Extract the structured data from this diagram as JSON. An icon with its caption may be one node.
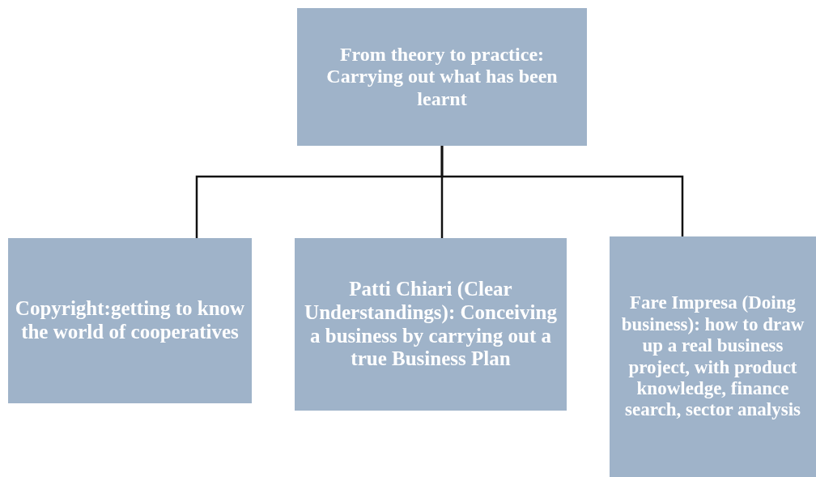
{
  "diagram": {
    "nodes": [
      {
        "text": [
          "From theory to practice: Carrying out what has been learnt"
        ]
      },
      {
        "text": [
          "Copyright:getting to know the world of cooperatives"
        ]
      },
      {
        "text": [
          "Patti Chiari (Clear Understandings): Conceiving a business by carrying out a true Business Plan"
        ]
      },
      {
        "text": [
          "Fare Impresa (Doing business): how to draw up a real business project, with product knowledge, finance search, sector analysis"
        ]
      }
    ],
    "edges": [
      {
        "from": 0,
        "to": 1,
        "arrow": "none"
      },
      {
        "from": 0,
        "to": 2,
        "arrow": "none"
      },
      {
        "from": 0,
        "to": 3,
        "arrow": "none"
      }
    ]
  }
}
